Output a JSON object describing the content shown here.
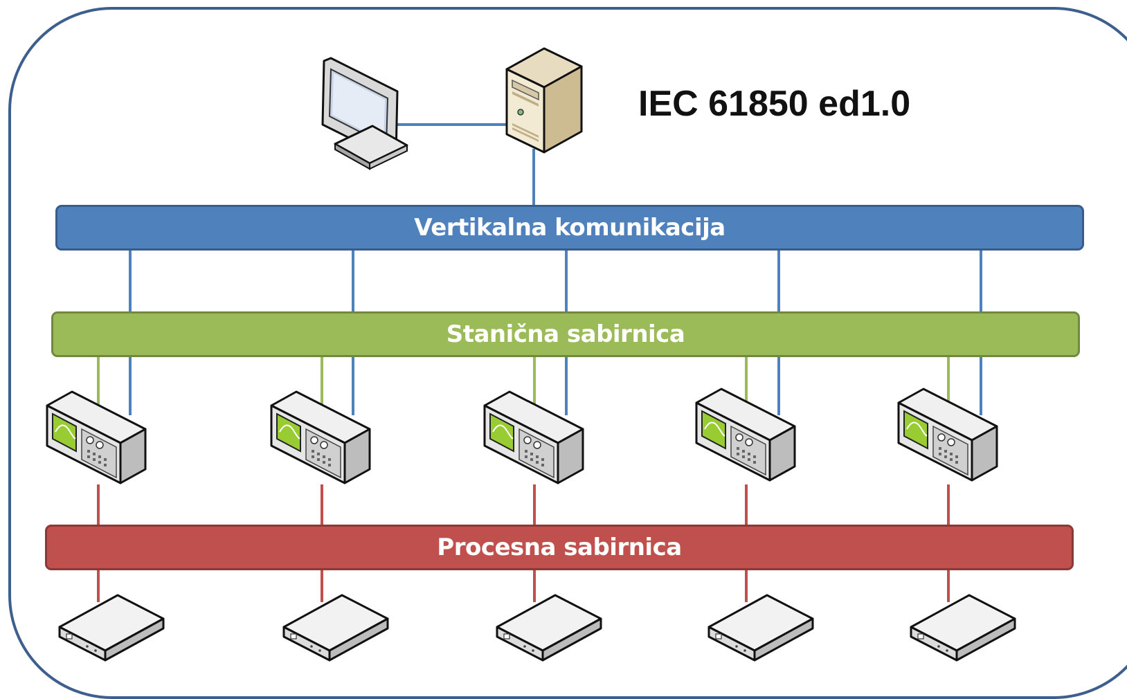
{
  "title": "IEC 61850 ed1.0",
  "buses": {
    "vertical": {
      "label": "Vertikalna komunikacija",
      "color": "#4f81bd"
    },
    "station": {
      "label": "Stanična sabirnica",
      "color": "#9bbb59"
    },
    "process": {
      "label": "Procesna sabirnica",
      "color": "#c0504d"
    }
  },
  "icons": {
    "workstation": "monitor-icon",
    "server": "server-icon",
    "ied": "ied-device-icon",
    "merging_unit": "merging-unit-icon"
  },
  "ied_count": 5,
  "merging_unit_count": 5,
  "frame_color": "#3d5f8e"
}
